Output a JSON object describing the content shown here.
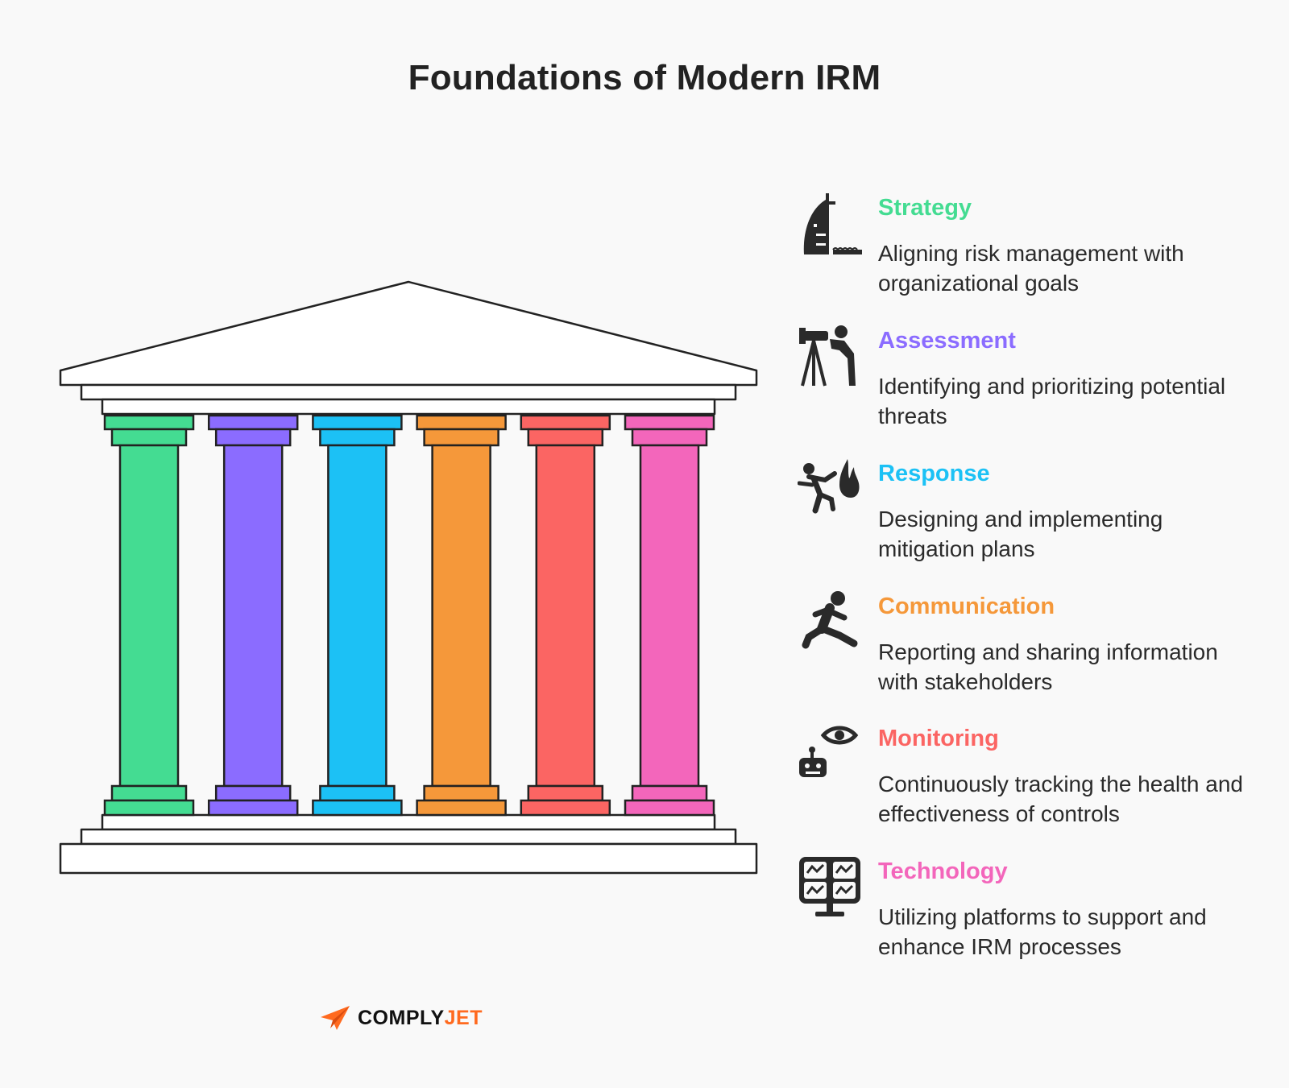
{
  "title": "Foundations of Modern IRM",
  "colors": {
    "strategy": "#44dc92",
    "assessment": "#8b6cff",
    "response": "#1cc1f5",
    "communication": "#f5983a",
    "monitoring": "#fb6563",
    "technology": "#f366bb",
    "outline": "#222222",
    "brand_accent": "#ff6a1f"
  },
  "pillars": [
    {
      "key": "strategy",
      "color": "#44dc92"
    },
    {
      "key": "assessment",
      "color": "#8b6cff"
    },
    {
      "key": "response",
      "color": "#1cc1f5"
    },
    {
      "key": "communication",
      "color": "#f5983a"
    },
    {
      "key": "monitoring",
      "color": "#fb6563"
    },
    {
      "key": "technology",
      "color": "#f366bb"
    }
  ],
  "items": [
    {
      "label": "Strategy",
      "color": "#44dc92",
      "description": "Aligning risk management with organizational goals",
      "icon": "lighthouse-icon"
    },
    {
      "label": "Assessment",
      "color": "#8b6cff",
      "description": "Identifying and prioritizing potential threats",
      "icon": "telescope-person-icon"
    },
    {
      "label": "Response",
      "color": "#1cc1f5",
      "description": "Designing and implementing mitigation plans",
      "icon": "running-from-fire-icon"
    },
    {
      "label": "Communication",
      "color": "#f5983a",
      "description": "Reporting and sharing information with stakeholders",
      "icon": "running-person-icon"
    },
    {
      "label": "Monitoring",
      "color": "#fb6563",
      "description": "Continuously tracking the health and effectiveness of controls",
      "icon": "robot-eye-icon"
    },
    {
      "label": "Technology",
      "color": "#f366bb",
      "description": "Utilizing platforms to support and enhance IRM processes",
      "icon": "dashboard-monitor-icon"
    }
  ],
  "brand": {
    "name_main": "COMPLY",
    "name_accent": "JET",
    "icon": "paper-plane-icon"
  }
}
